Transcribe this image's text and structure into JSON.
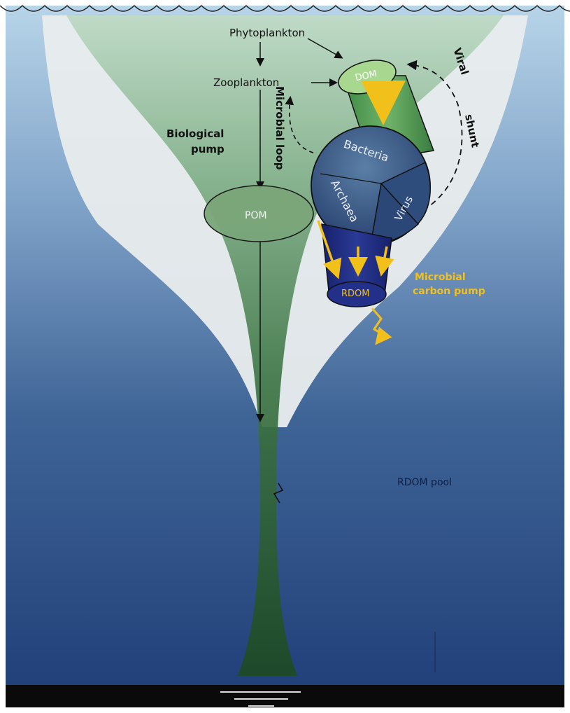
{
  "labels": {
    "phytoplankton": "Phytoplankton",
    "zooplankton": "Zooplankton",
    "dom": "DOM",
    "pom": "POM",
    "rdom": "RDOM",
    "bacteria": "Bacteria",
    "archaea": "Archaea",
    "virus": "Virus",
    "biological_pump_line1": "Biological",
    "biological_pump_line2": "pump",
    "microbial_loop": "Microbial loop",
    "viral_shunt_line1": "Viral",
    "viral_shunt_line2": "shunt",
    "microbial_carbon_pump_line1": "Microbial",
    "microbial_carbon_pump_line2": "carbon pump",
    "rdom_pool": "RDOM pool"
  },
  "colors": {
    "ocean_top": "#a9cbe3",
    "ocean_bottom": "#1f3f72",
    "surface_zone": "#e8ecec",
    "funnel_green": "#5f8f62",
    "funnel_dark": "#234f28",
    "pom_fill": "#7aa67a",
    "dom_fill": "#9bcf8a",
    "microbe_blue": "#3d5f86",
    "rdom_fill": "#1e2a7a",
    "flux_yellow": "#f2c01b",
    "seafloor": "#0a0a0a"
  }
}
